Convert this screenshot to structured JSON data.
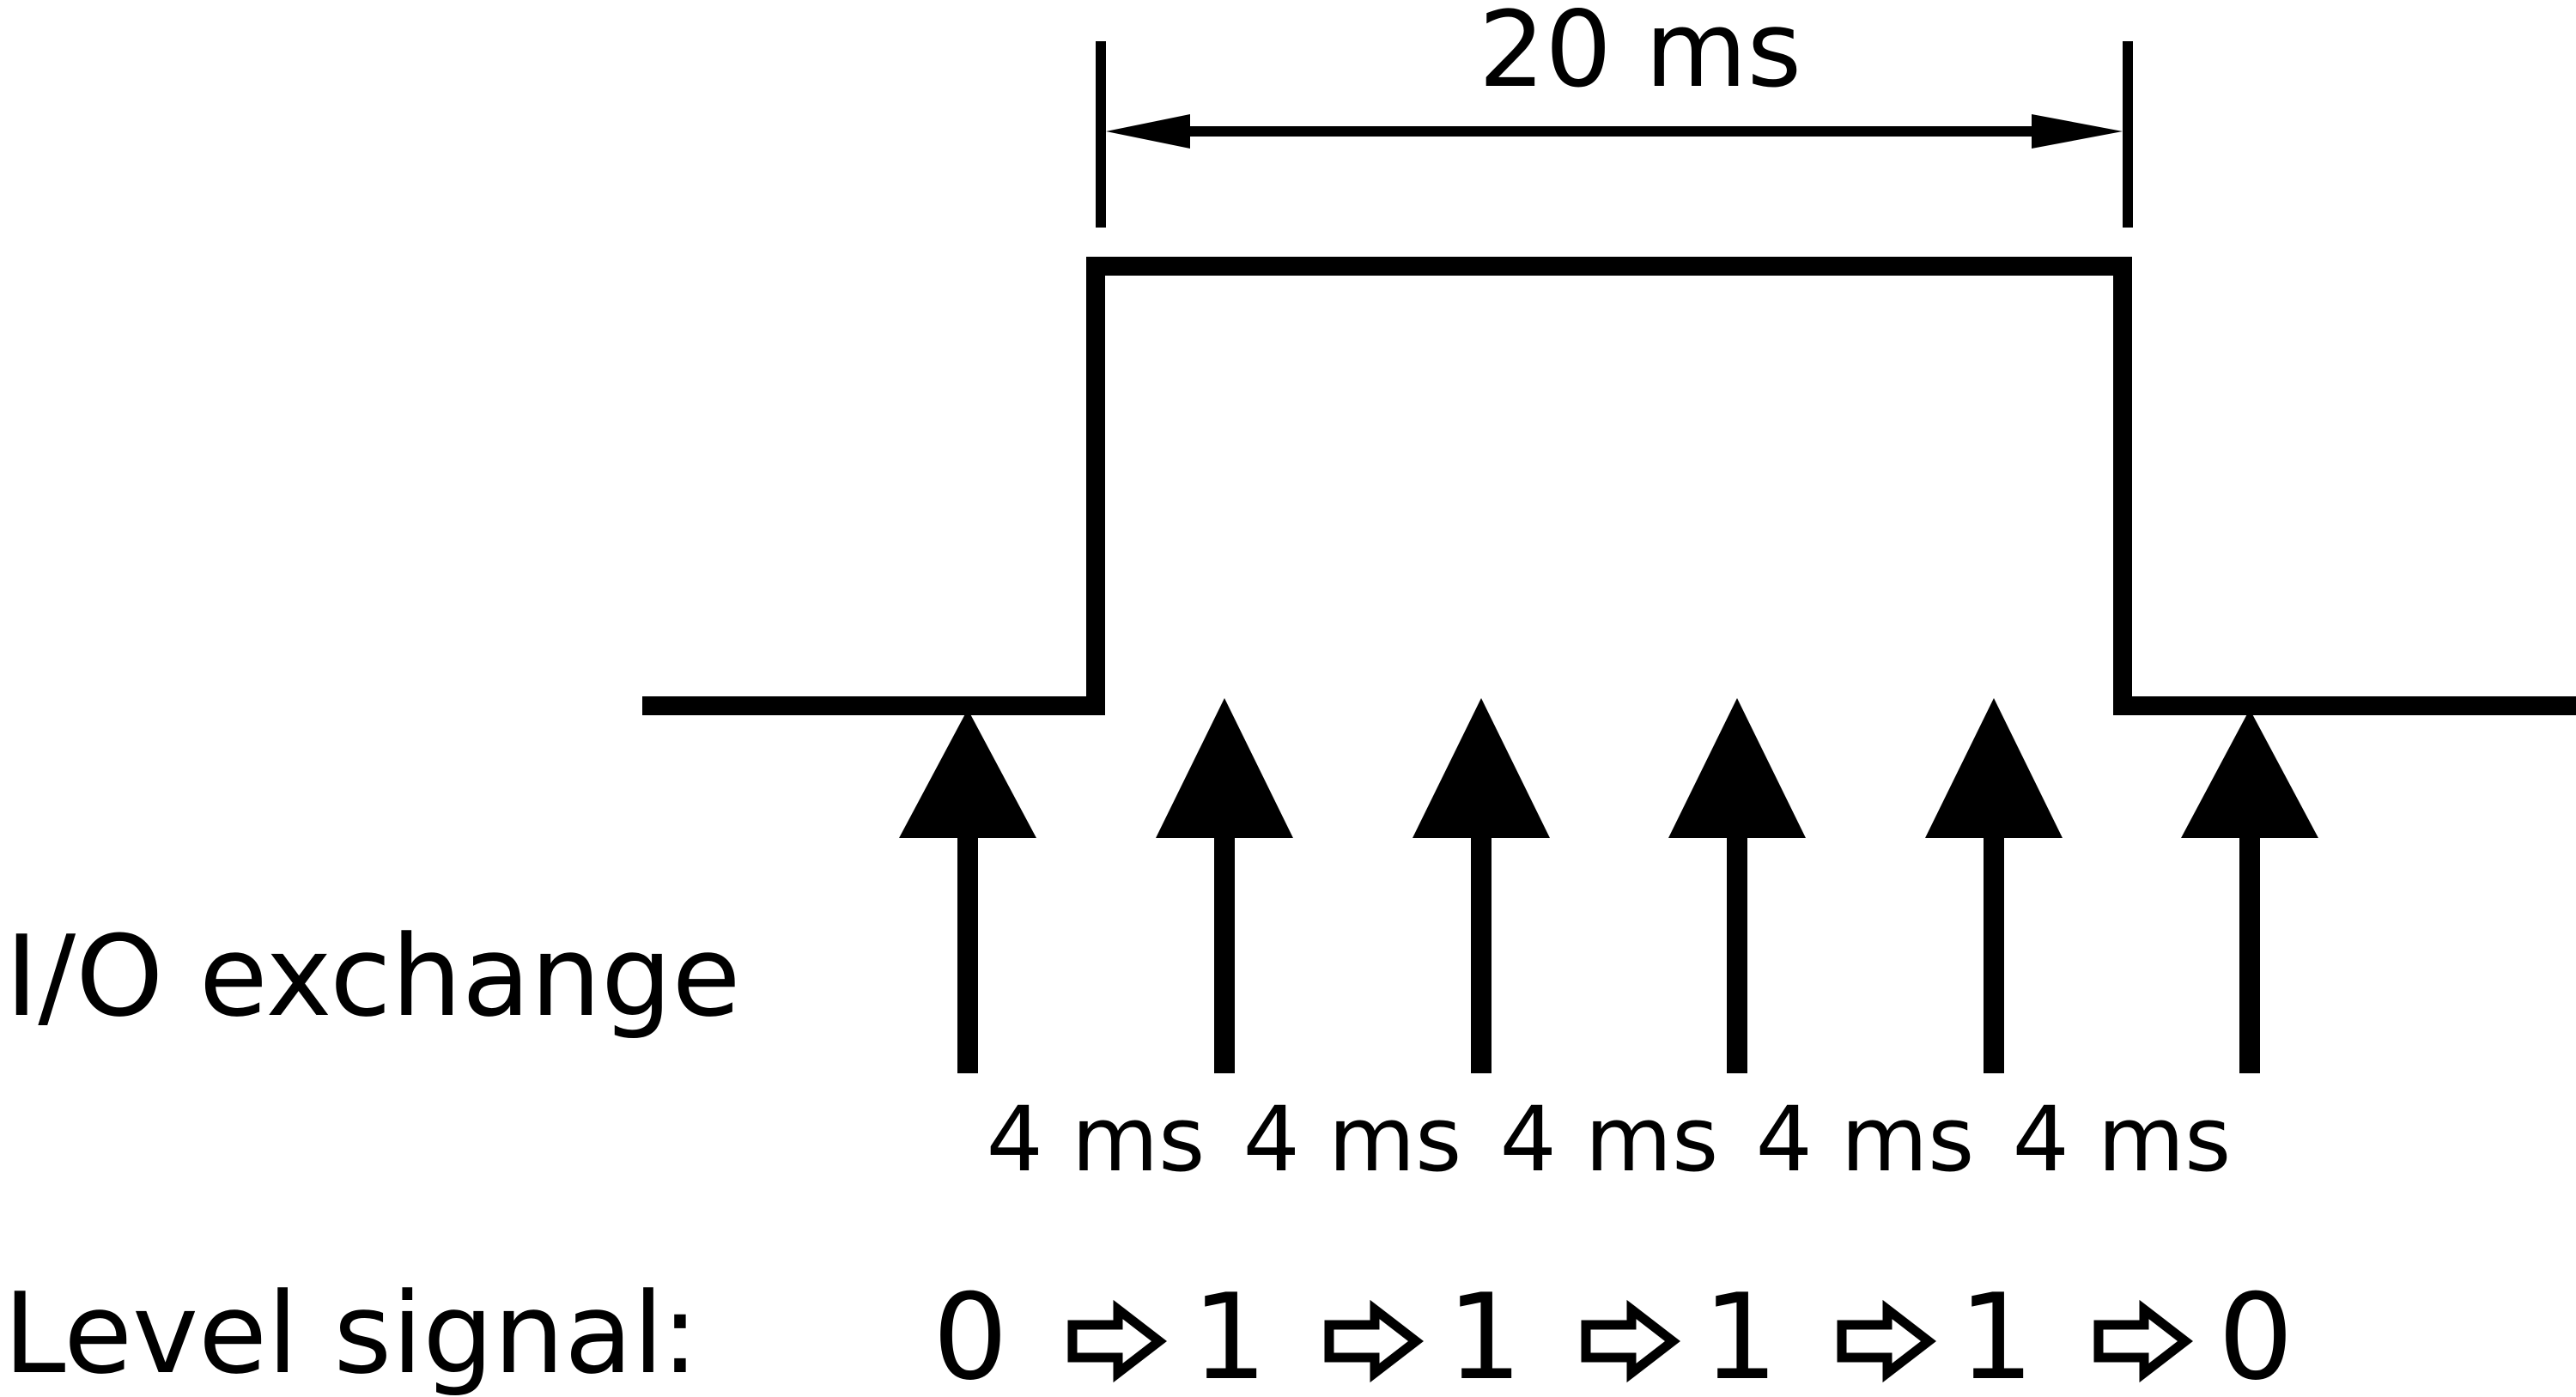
{
  "duration_label": "20 ms",
  "io_label": "I/O exchange",
  "level_label": "Level signal",
  "level_separator": ":",
  "cycle_labels": [
    "4 ms",
    "4 ms",
    "4 ms",
    "4 ms",
    "4 ms"
  ],
  "levels": [
    "0",
    "1",
    "1",
    "1",
    "1",
    "0"
  ],
  "colors": {
    "ink": "#000000",
    "background": "#ffffff"
  },
  "icons": {
    "sample_marker": "up-arrow-icon",
    "transition": "hollow-right-arrow-icon"
  }
}
